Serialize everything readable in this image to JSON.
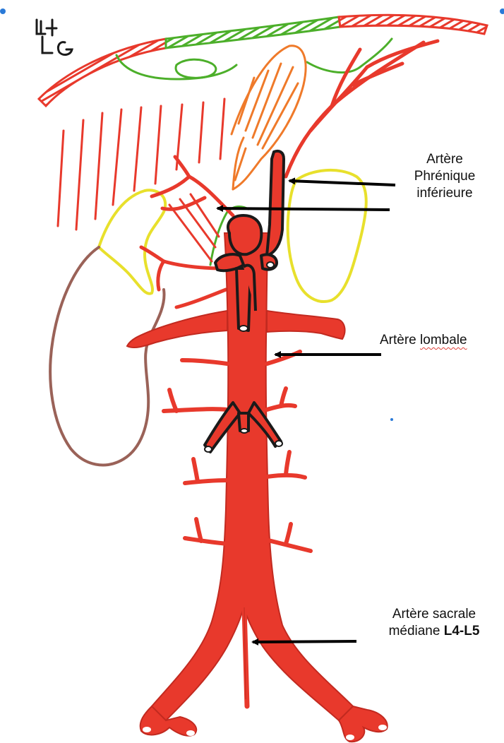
{
  "corner_note": "L4 LG",
  "labels": {
    "phrenique_line1": "Artère",
    "phrenique_line2": "Phrénique",
    "phrenique_line3": "inférieure",
    "lombale_prefix": "Artère ",
    "lombale_word": "lombale",
    "sacrale_line1": "Artère sacrale",
    "sacrale_line2_prefix": "médiane ",
    "sacrale_line2_bold": "L4-L5"
  },
  "colors": {
    "artery": "#e8392c",
    "artery_dark": "#c22a20",
    "diaphragm_green": "#4caf2a",
    "orange": "#ef7a2a",
    "adrenal_yellow": "#e8e02c",
    "kidney_brown": "#9a6258",
    "outline_black": "#1a1a1a",
    "arrow": "#000000",
    "dot_blue": "#2a7ad8"
  }
}
